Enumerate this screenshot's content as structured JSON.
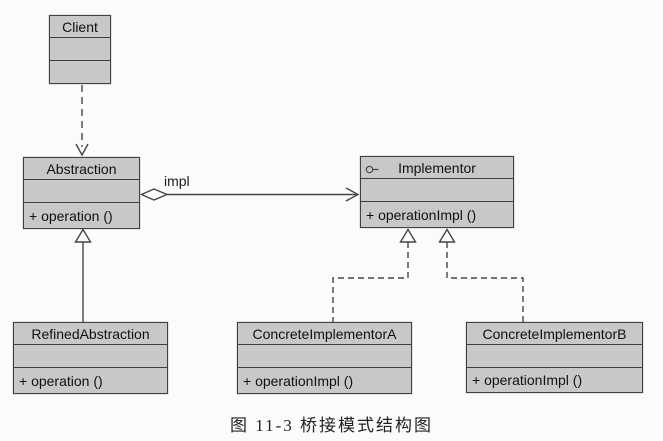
{
  "diagram": {
    "type": "uml-class-diagram",
    "caption": "图 11-3  桥接模式结构图",
    "colors": {
      "box_fill": "#c8c8c8",
      "box_border": "#404040",
      "connector": "#454545",
      "background": "#fbfbf9",
      "text": "#111111"
    },
    "classes": {
      "client": {
        "name": "Client",
        "attributes": "",
        "operations": ""
      },
      "abstraction": {
        "name": "Abstraction",
        "attributes": "",
        "operations": "+ operation ()"
      },
      "implementor": {
        "name": "Implementor",
        "attributes": "",
        "operations": "+ operationImpl ()",
        "icon": "interface-lollipop-icon"
      },
      "refined_abstraction": {
        "name": "RefinedAbstraction",
        "attributes": "",
        "operations": "+ operation ()"
      },
      "concrete_implementor_a": {
        "name": "ConcreteImplementorA",
        "attributes": "",
        "operations": "+ operationImpl ()"
      },
      "concrete_implementor_b": {
        "name": "ConcreteImplementorB",
        "attributes": "",
        "operations": "+ operationImpl ()"
      }
    },
    "relationships": {
      "client_to_abstraction": "dependency-dashed-open-arrow",
      "abstraction_to_implementor": {
        "label": "impl",
        "type": "aggregation-hollow-diamond-open-arrow"
      },
      "refined_to_abstraction": "generalization-hollow-triangle",
      "concrete_a_to_implementor": "realization-dashed-hollow-triangle",
      "concrete_b_to_implementor": "realization-dashed-hollow-triangle"
    }
  }
}
